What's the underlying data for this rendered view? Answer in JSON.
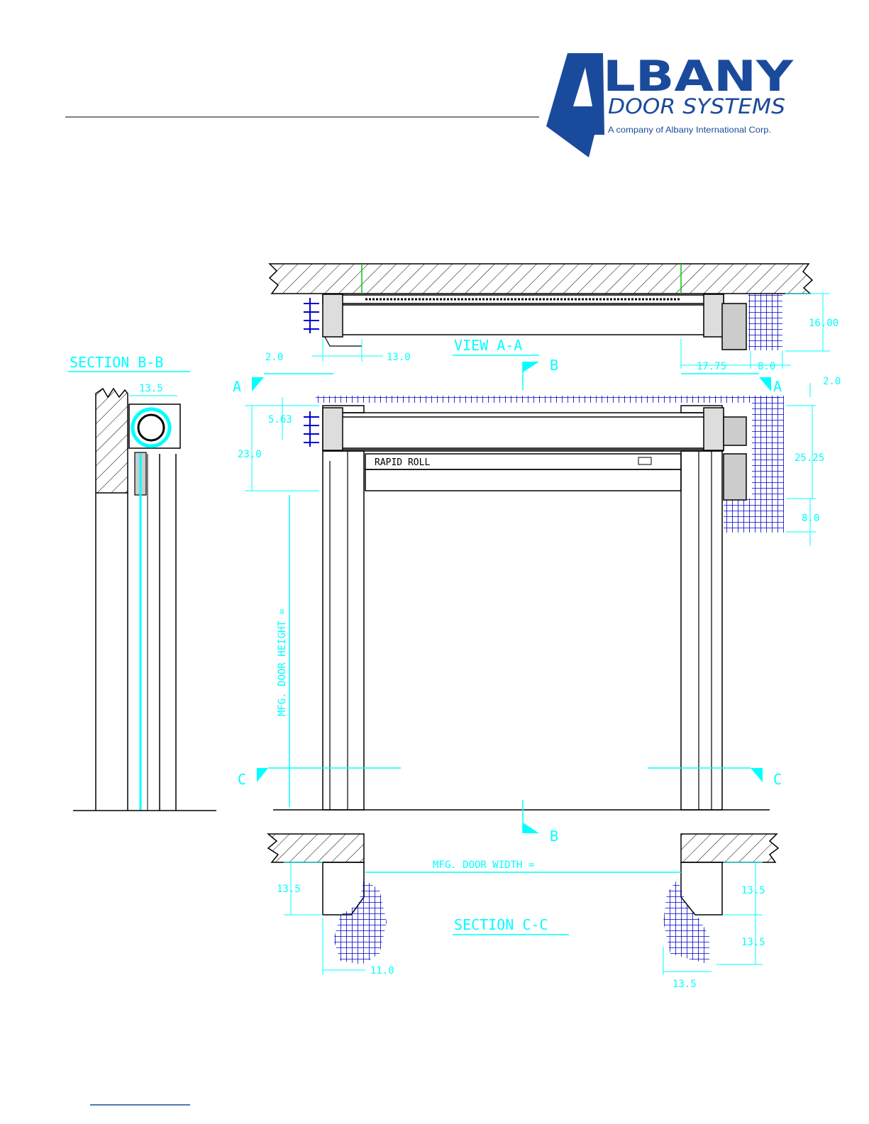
{
  "logo": {
    "word": "LBANY",
    "subtitle": "DOOR SYSTEMS",
    "tagline": "A company of Albany International Corp."
  },
  "labels": {
    "section_bb": "SECTION B-B",
    "view_aa": "VIEW A-A",
    "section_cc": "SECTION C-C",
    "cut_a": "A",
    "cut_b": "B",
    "cut_c": "C",
    "rapid_roll": "RAPID ROLL",
    "door_height": "MFG. DOOR HEIGHT =",
    "door_width": "MFG. DOOR WIDTH ="
  },
  "dims": {
    "bb_top": "13.5",
    "aa_left_offset": "2.0",
    "aa_left": "13.0",
    "aa_right": "17.75",
    "aa_right2": "8.0",
    "aa_depth": "16.00",
    "elev_top_right": "2.0",
    "elev_roll": "5.63",
    "elev_head": "23.0",
    "elev_right_head": "25.25",
    "elev_right_low": "8.0",
    "cc_left_depth": "13.5",
    "cc_left_width": "11.0",
    "cc_right_depth": "13.5",
    "cc_right_depth2": "13.5",
    "cc_right_width": "13.5"
  },
  "colors": {
    "logo_blue": "#1a4a9c",
    "dimension": "#00ffff",
    "hatch_blue": "#0000cc",
    "line": "#000000",
    "wall_green": "#00cc00"
  }
}
